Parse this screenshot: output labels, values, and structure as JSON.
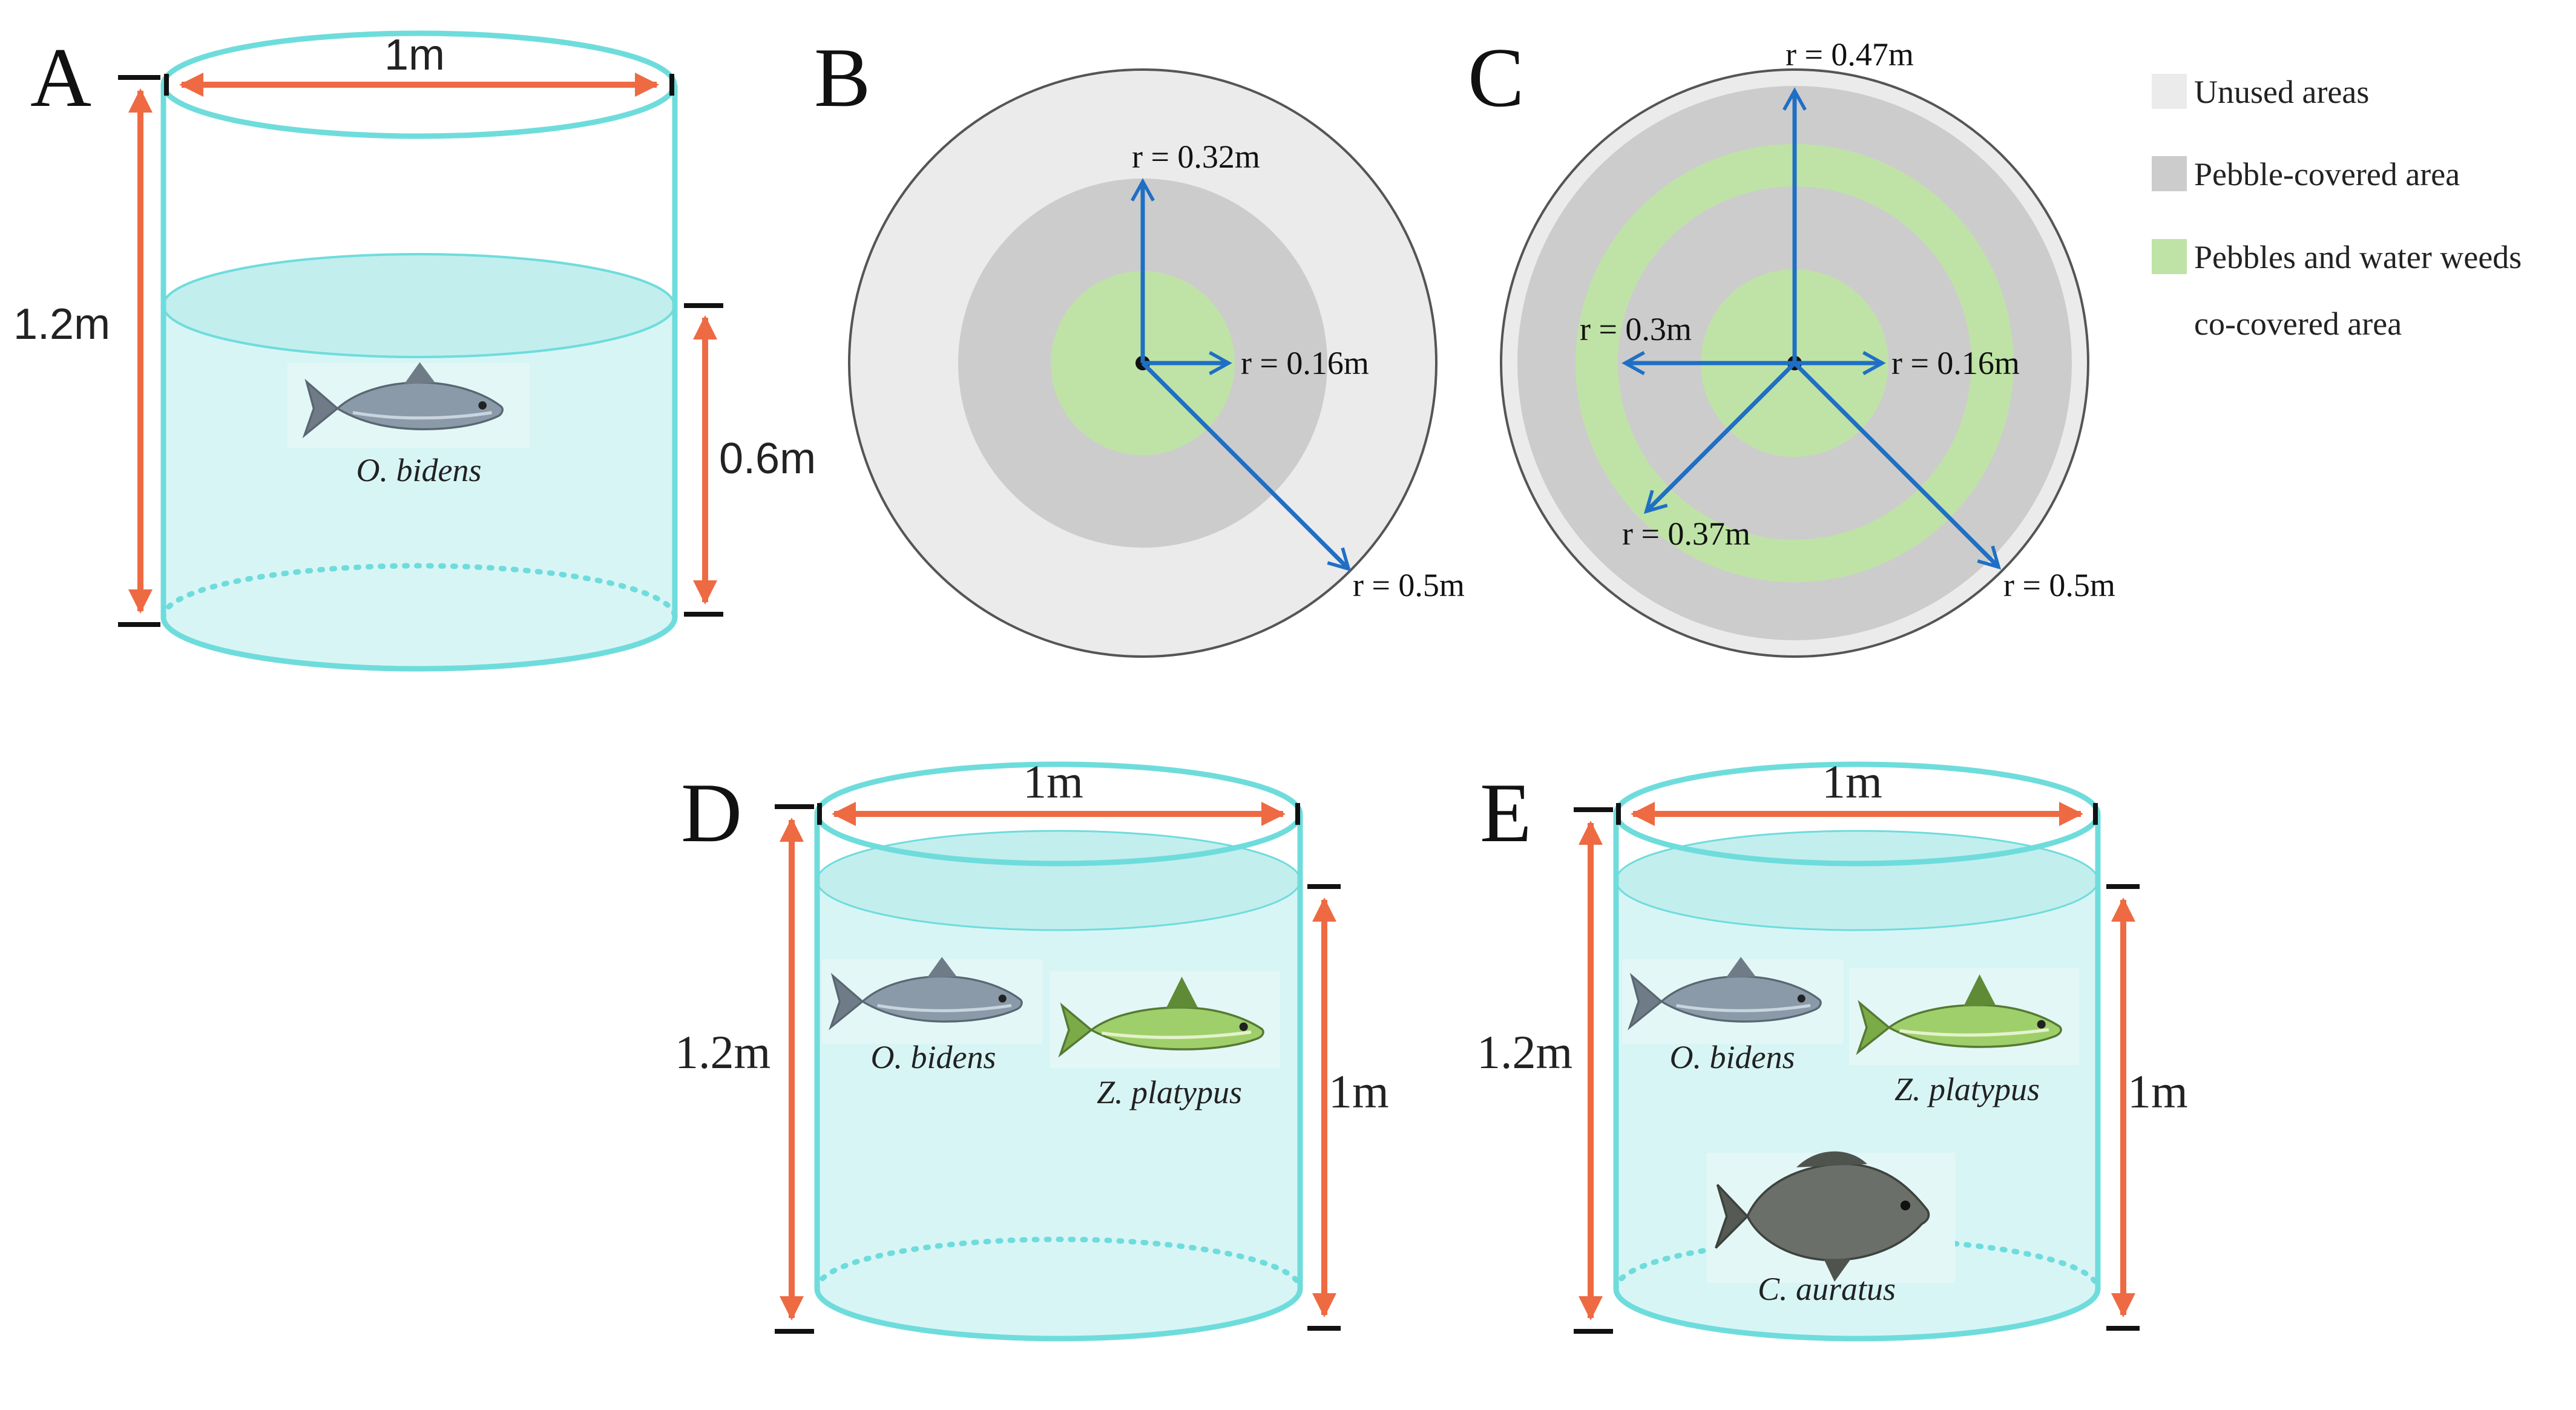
{
  "panels": {
    "A": {
      "letter": "A",
      "width_label": "1m",
      "height_label": "1.2m",
      "water_label": "0.6m",
      "species": [
        "O. bidens"
      ]
    },
    "B": {
      "letter": "B",
      "radius_labels": [
        "r = 0.32m",
        "r = 0.16m",
        "r = 0.5m"
      ]
    },
    "C": {
      "letter": "C",
      "radius_labels": [
        "r = 0.47m",
        "r = 0.3m",
        "r = 0.16m",
        "r = 0.37m",
        "r = 0.5m"
      ]
    },
    "D": {
      "letter": "D",
      "width_label": "1m",
      "height_label": "1.2m",
      "water_label": "1m",
      "species": [
        "O. bidens",
        "Z. platypus"
      ]
    },
    "E": {
      "letter": "E",
      "width_label": "1m",
      "height_label": "1.2m",
      "water_label": "1m",
      "species": [
        "O. bidens",
        "Z. platypus",
        "C. auratus"
      ]
    }
  },
  "legend": [
    {
      "label": "Unused areas",
      "color": "#ebebeb"
    },
    {
      "label": "Pebble-covered area",
      "color": "#cccccc"
    },
    {
      "label": "Pebbles and water weeds",
      "label_line2": "co-covered  area",
      "color": "#bfe3a6"
    }
  ],
  "colors": {
    "tank_outline": "#6fdcdc",
    "water": "#d8f5f5",
    "water_top": "#c3eeee",
    "dimension_arrow": "#ee6a43",
    "radius_arrow": "#1f6fc4",
    "unused": "#ebebeb",
    "pebble": "#cccccc",
    "weeds": "#bfe3a6"
  }
}
